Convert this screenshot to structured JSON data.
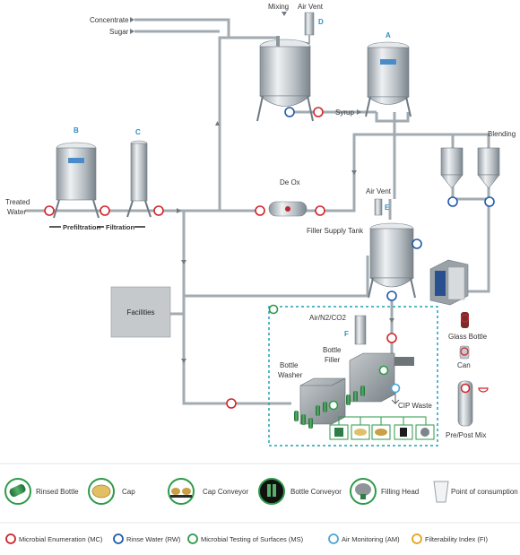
{
  "colors": {
    "pipe": "#9aa3aa",
    "pipe_light": "#c7cdd2",
    "steel": "#b9c0c6",
    "steel_dark": "#6f7a83",
    "mc": "#d2232a",
    "rw": "#1f5aa8",
    "ms": "#2e9a48",
    "am": "#4aa6d6",
    "fi": "#e4a21c",
    "dashed_box": "#1ba3b8",
    "machine": "#8e9498"
  },
  "labels": {
    "concentrate": "Concentrate",
    "sugar": "Sugar",
    "mixing": "Mixing",
    "air_vent_top": "Air Vent",
    "syrup": "Syrup",
    "blending": "Blending",
    "treated_water_1": "Treated",
    "treated_water_2": "Water",
    "prefiltration": "Prefiltration",
    "filtration": "Filtration",
    "deox": "De Ox",
    "air_vent_mid": "Air Vent",
    "filler_supply_tank": "Filler Supply Tank",
    "facilities": "Facilities",
    "air_n2_co2": "Air/N2/CO2",
    "bottle_washer_1": "Bottle",
    "bottle_washer_2": "Washer",
    "bottle_filler_1": "Bottle",
    "bottle_filler_2": "Filler",
    "cip_waste": "CIP Waste",
    "glass_bottle": "Glass Bottle",
    "can": "Can",
    "pre_post_mix": "Pre/Post Mix"
  },
  "point_letters": {
    "a": "A",
    "b": "B",
    "c": "C",
    "d": "D",
    "e": "E",
    "f": "F"
  },
  "legend_icons": [
    {
      "icon": "rinsed-bottle-icon",
      "label": "Rinsed Bottle"
    },
    {
      "icon": "cap-icon",
      "label": "Cap"
    },
    {
      "icon": "cap-conveyor-icon",
      "label": "Cap Conveyor"
    },
    {
      "icon": "bottle-conveyor-icon",
      "label": "Bottle Conveyor"
    },
    {
      "icon": "filling-head-icon",
      "label": "Filling Head"
    },
    {
      "icon": "point-of-consumption-icon",
      "label": "Point of consumption"
    }
  ],
  "legend_tests": [
    {
      "code": "MC",
      "label": "Microbial Enumeration (MC)",
      "color": "#d2232a"
    },
    {
      "code": "RW",
      "label": "Rinse Water (RW)",
      "color": "#1f5aa8"
    },
    {
      "code": "MS",
      "label": "Microbial Testing of Surfaces (MS)",
      "color": "#2e9a48"
    },
    {
      "code": "AM",
      "label": "Air Monitoring (AM)",
      "color": "#4aa6d6"
    },
    {
      "code": "FI",
      "label": "Filterability Index (FI)",
      "color": "#e4a21c"
    }
  ]
}
